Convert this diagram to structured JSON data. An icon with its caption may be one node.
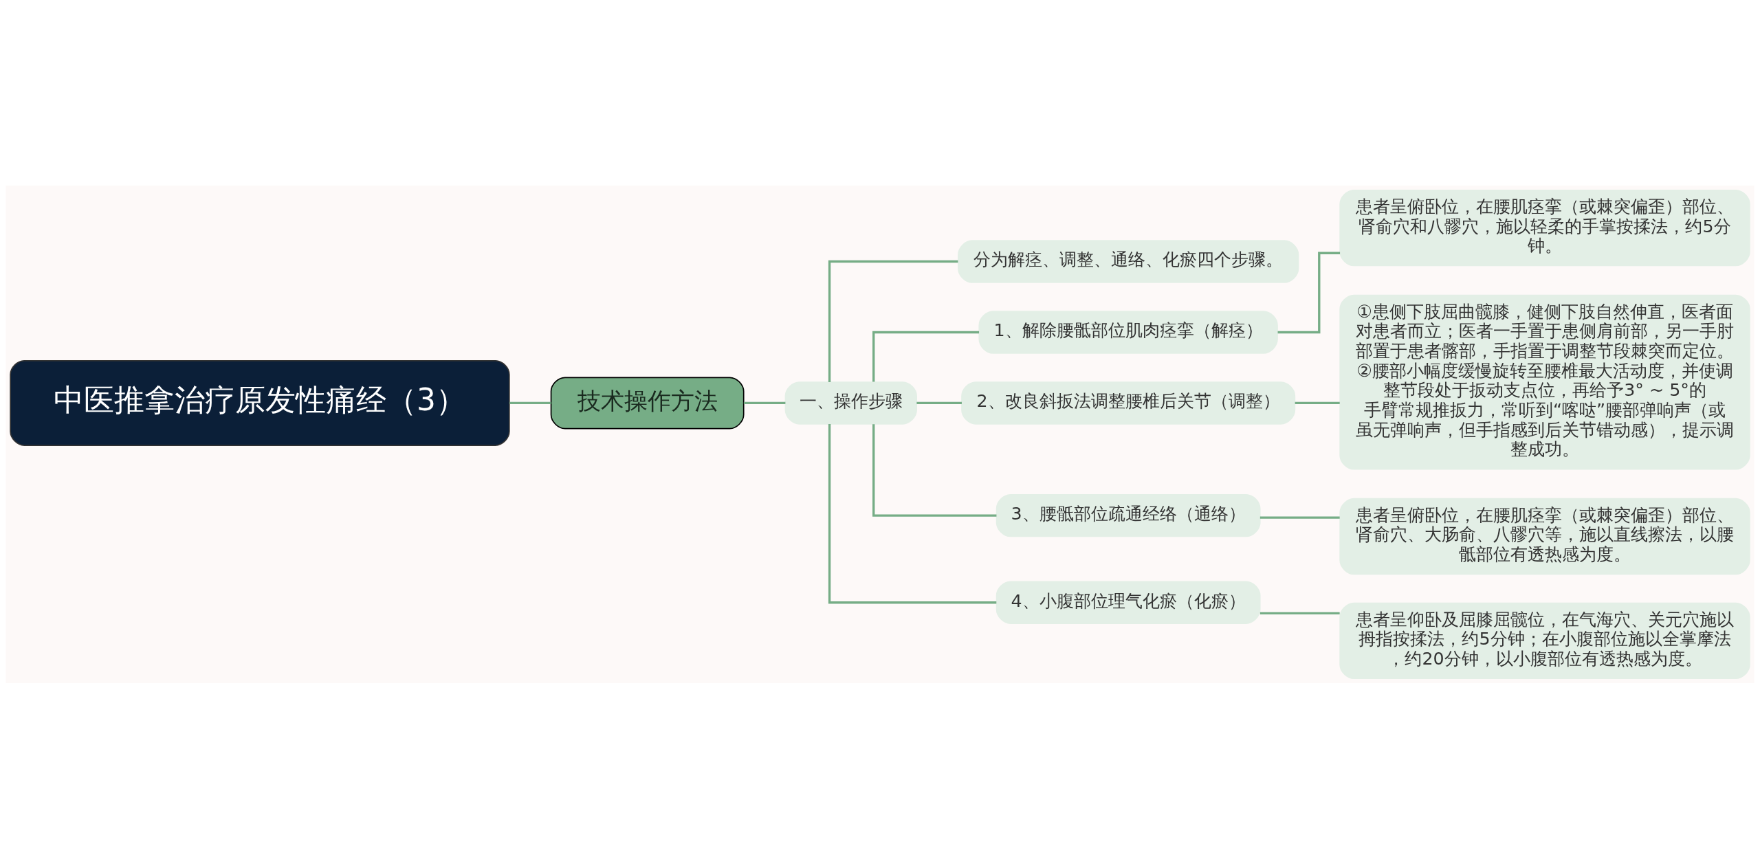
{
  "diagram": {
    "nodes": [
      {
        "text": [
          "中医推拿治疗原发性痛经（3）"
        ]
      },
      {
        "text": [
          "技术操作方法"
        ]
      },
      {
        "text": [
          "一、操作步骤"
        ]
      },
      {
        "text": [
          "分为解痉、调整、通络、化瘀四个步骤。"
        ]
      },
      {
        "text": [
          "1、解除腰骶部位肌肉痉挛（解痉）"
        ]
      },
      {
        "text": [
          "患者呈俯卧位，在腰肌痉挛（或棘突偏歪）部位、肾俞穴和八髎穴，施以轻柔的手掌按揉法，约5分钟。"
        ]
      },
      {
        "text": [
          "2、改良斜扳法调整腰椎后关节（调整）"
        ]
      },
      {
        "text": [
          "①患侧下肢屈曲髋膝，健侧下肢自然伸直，医者面对患者而立；医者一手置于患侧肩前部，另一手肘部置于患者髂部，手指置于调整节段棘突而定位。②腰部小幅度缓慢旋转至腰椎最大活动度，并使调整节段处于扳动支点位，再给予3° ~ 5°的手臂常规推扳力，常听到“喀哒”腰部弹响声（或虽无弹响声，但手指感到后关节错动感），提示调整成功。"
        ]
      },
      {
        "text": [
          "3、腰骶部位疏通经络（通络）"
        ]
      },
      {
        "text": [
          "患者呈俯卧位，在腰肌痉挛（或棘突偏歪）部位、肾俞穴、大肠俞、八髎穴等，施以直线擦法，以腰骶部位有透热感为度。"
        ]
      },
      {
        "text": [
          "4、小腹部位理气化瘀（化瘀）"
        ]
      },
      {
        "text": [
          "患者呈仰卧及屈膝屈髋位，在气海穴、关元穴施以拇指按揉法，约5分钟；在小腹部位施以全掌摩法，约20分钟，以小腹部位有透热感为度。"
        ]
      }
    ],
    "edges": [
      {
        "from": 0,
        "to": 1,
        "arrow": "none"
      },
      {
        "from": 1,
        "to": 2,
        "arrow": "none"
      },
      {
        "from": 2,
        "to": 3,
        "arrow": "none"
      },
      {
        "from": 2,
        "to": 4,
        "arrow": "none"
      },
      {
        "from": 4,
        "to": 5,
        "arrow": "none"
      },
      {
        "from": 2,
        "to": 6,
        "arrow": "none"
      },
      {
        "from": 6,
        "to": 7,
        "arrow": "none"
      },
      {
        "from": 2,
        "to": 8,
        "arrow": "none"
      },
      {
        "from": 8,
        "to": 9,
        "arrow": "none"
      },
      {
        "from": 2,
        "to": 10,
        "arrow": "none"
      },
      {
        "from": 10,
        "to": 11,
        "arrow": "none"
      }
    ]
  }
}
